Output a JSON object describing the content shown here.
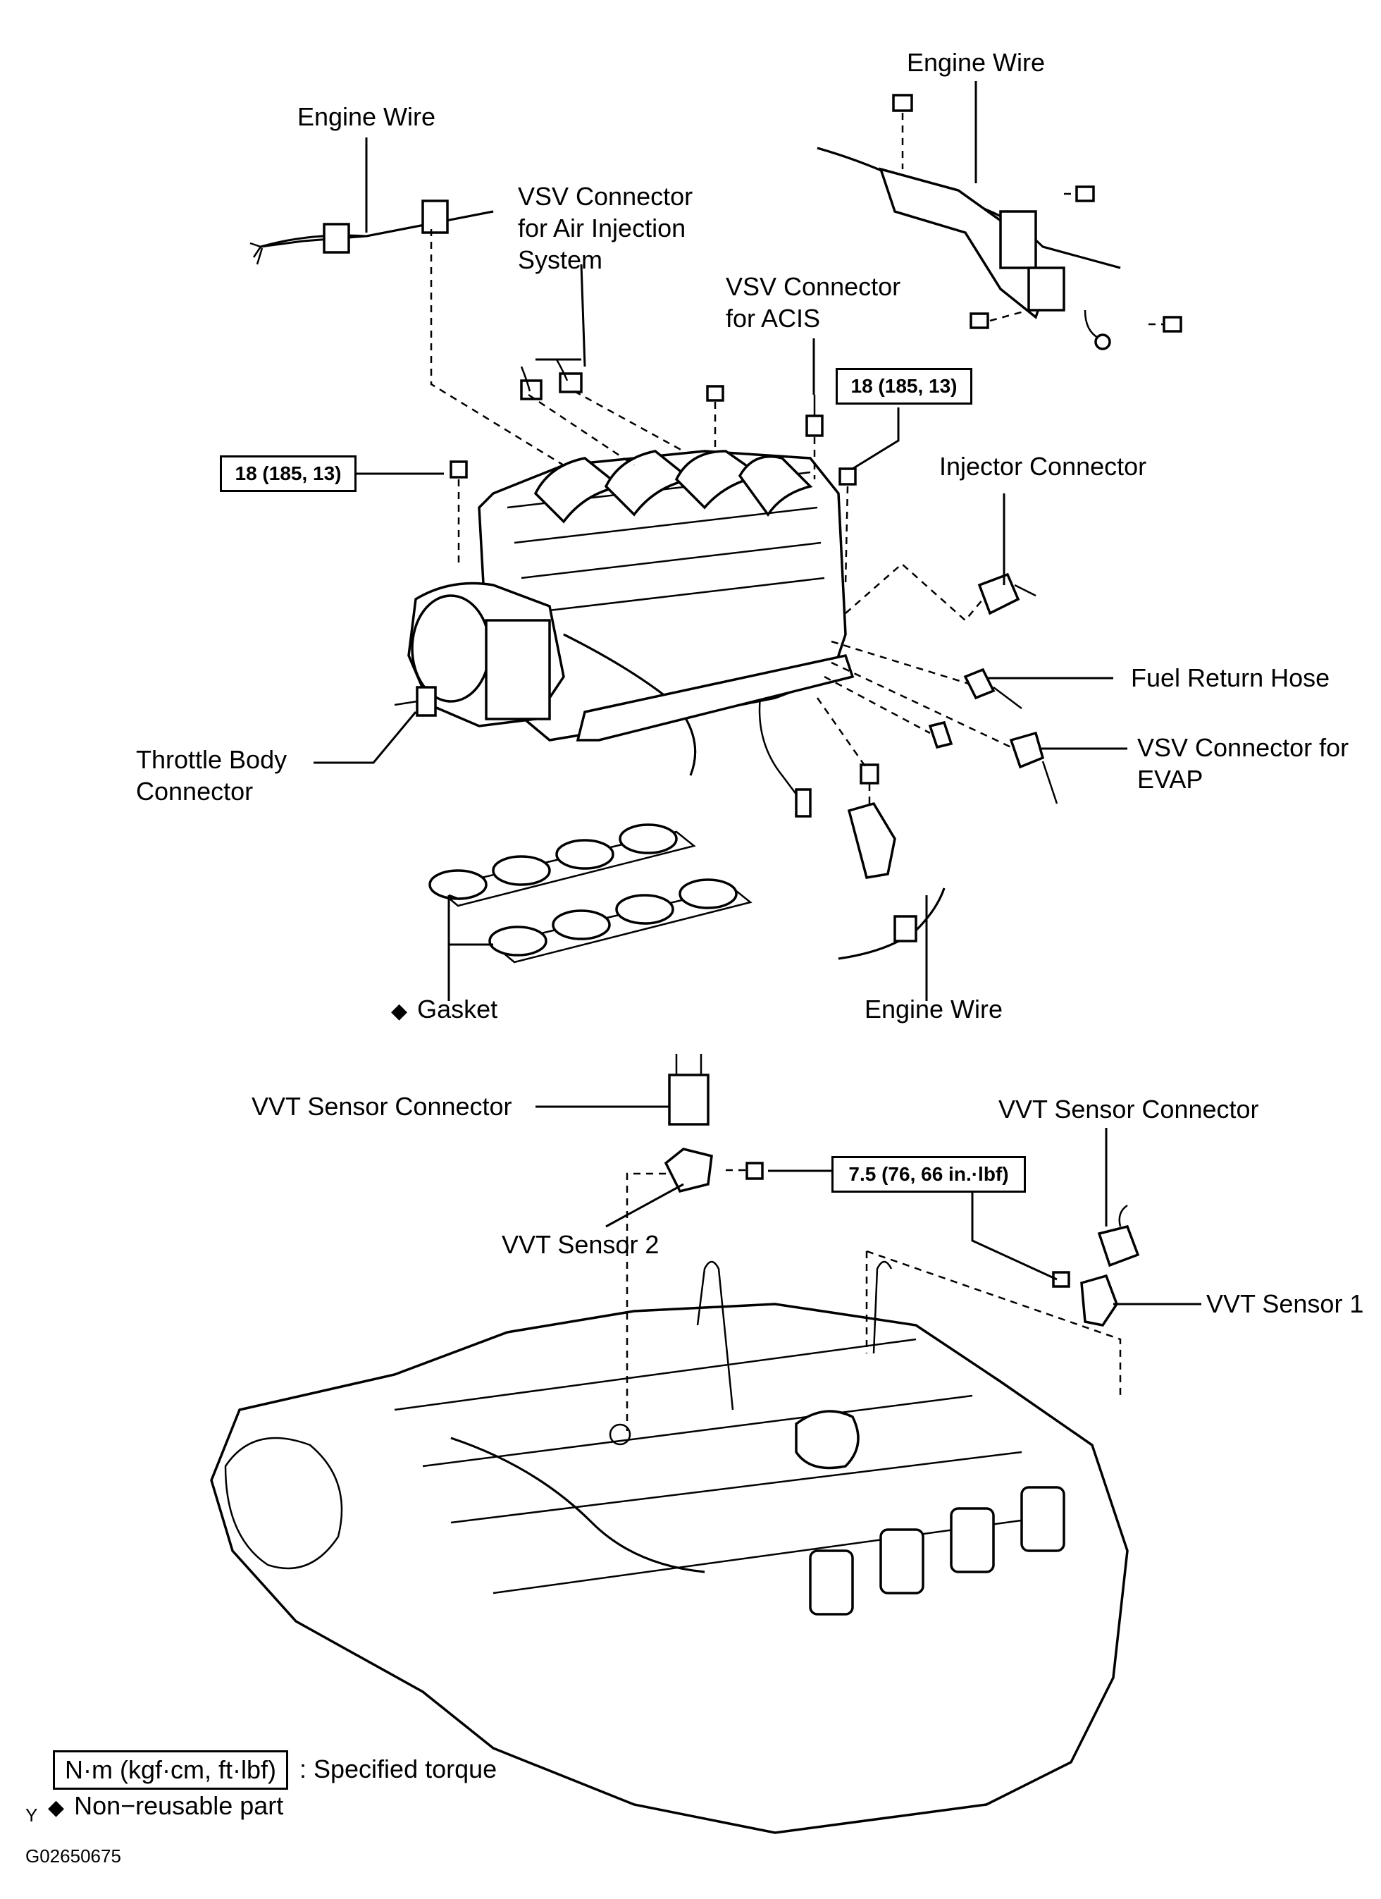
{
  "labels": {
    "engine_wire_top_left": "Engine Wire",
    "engine_wire_top_right": "Engine Wire",
    "vsv_air_injection": "VSV Connector\nfor Air Injection\nSystem",
    "vsv_acis": "VSV Connector\nfor ACIS",
    "injector_connector": "Injector Connector",
    "fuel_return_hose": "Fuel Return Hose",
    "vsv_evap": "VSV Connector for\nEVAP",
    "throttle_body_connector": "Throttle Body\nConnector",
    "gasket": "Gasket",
    "engine_wire_bottom": "Engine Wire",
    "vvt_sensor_connector_left": "VVT Sensor Connector",
    "vvt_sensor_connector_right": "VVT Sensor Connector",
    "vvt_sensor_2": "VVT Sensor 2",
    "vvt_sensor_1": "VVT Sensor 1"
  },
  "torque": {
    "left": "18 (185, 13)",
    "right": "18 (185, 13)",
    "vvt": "7.5 (76, 66 in.·lbf)"
  },
  "legend": {
    "unit_box": "N·m (kgf·cm, ft·lbf)",
    "unit_desc": ": Specified torque",
    "nonreusable_symbol": "◆",
    "nonreusable_desc": "Non−reusable part"
  },
  "footer": {
    "letter": "Y",
    "code": "G02650675"
  },
  "icons": {
    "diamond": "non-reusable-diamond-icon"
  }
}
